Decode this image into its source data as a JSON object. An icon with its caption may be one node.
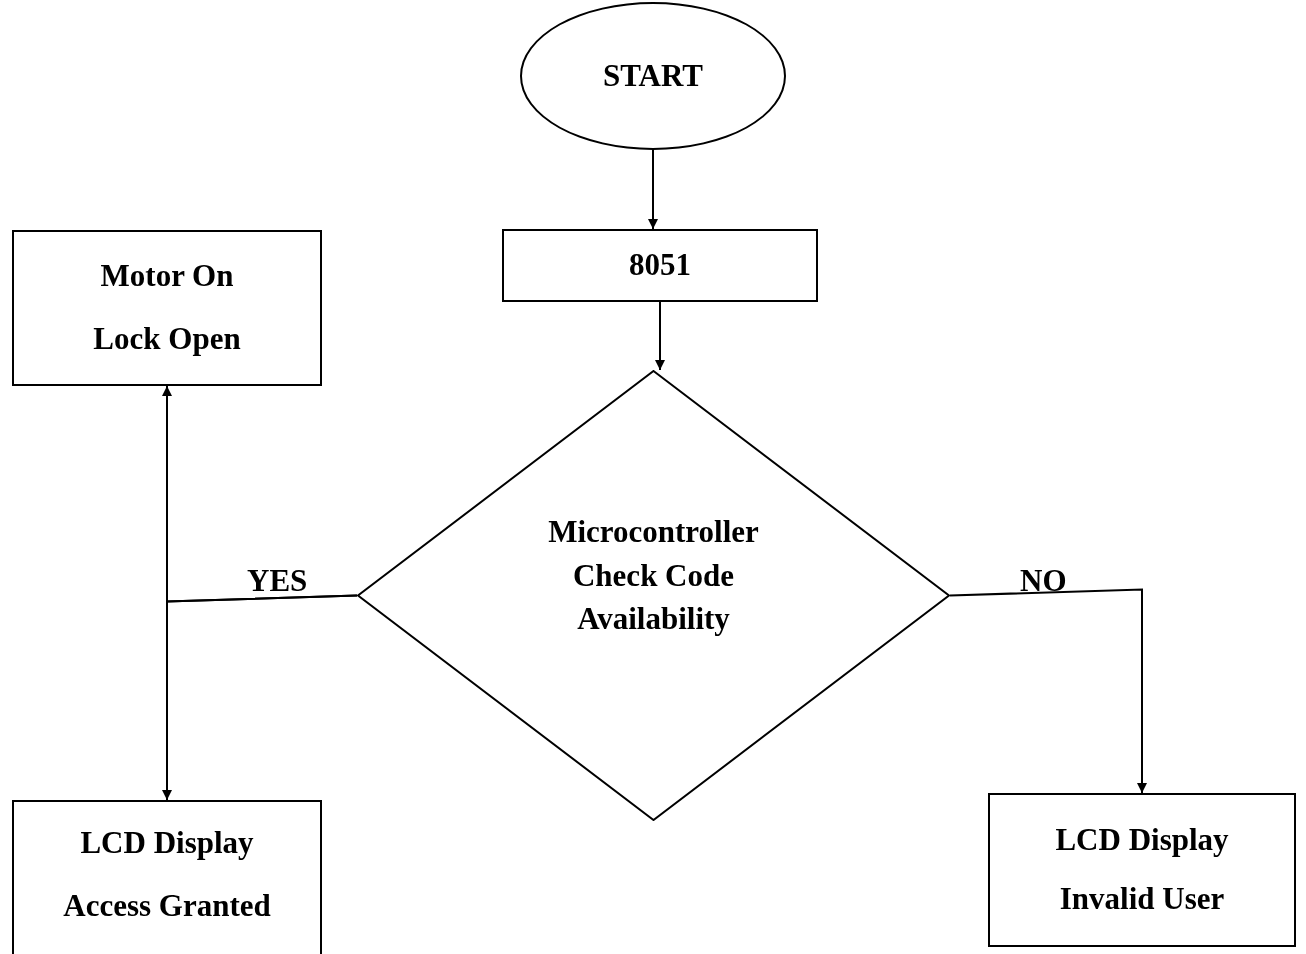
{
  "diagram": {
    "nodes": [
      {
        "text": [
          "START"
        ]
      },
      {
        "text": [
          "8051"
        ]
      },
      {
        "text": [
          "Microcontroller Check Code Availability"
        ]
      },
      {
        "text": [
          "Motor On",
          "Lock Open"
        ]
      },
      {
        "text": [
          "LCD Display",
          "Access Granted"
        ]
      },
      {
        "text": [
          "LCD Display",
          "Invalid User"
        ]
      }
    ],
    "edges": [
      {
        "from": 0,
        "to": 1,
        "arrow": "to"
      },
      {
        "from": 1,
        "to": 2,
        "arrow": "to"
      },
      {
        "from": 2,
        "to": 3,
        "arrow": "to",
        "label": "YES"
      },
      {
        "from": 2,
        "to": 4,
        "arrow": "to"
      },
      {
        "from": 2,
        "to": 5,
        "arrow": "to",
        "label": "NO"
      }
    ]
  }
}
